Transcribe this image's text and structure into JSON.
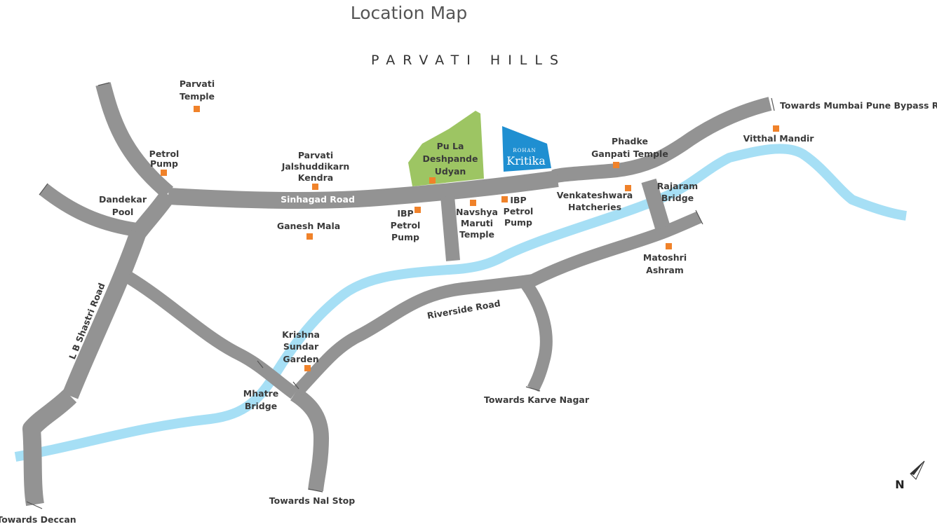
{
  "map": {
    "title": "Location Map",
    "region": "PARVATI HILLS",
    "north_label": "N",
    "colors": {
      "road": "#939393",
      "river": "#a6dff5",
      "landmark_marker": "#f0822a",
      "park": "#9dc563",
      "project": "#1f8fd1"
    },
    "roads": {
      "sinhagad": "Sinhagad Road",
      "lb_shastri": "L B Shastri Road",
      "riverside": "Riverside Road"
    },
    "directions": {
      "mumbai_bypass": "Towards Mumbai Pune Bypass Road",
      "karve_nagar": "Towards Karve Nagar",
      "nal_stop": "Towards Nal Stop",
      "deccan": "Towards Deccan"
    },
    "park": [
      "Pu La",
      "Deshpande",
      "Udyan"
    ],
    "project": {
      "brand": "ROHAN",
      "name": "Kritika"
    },
    "landmarks": {
      "parvati_temple": [
        "Parvati",
        "Temple"
      ],
      "petrol_pump_1": [
        "Petrol",
        "Pump"
      ],
      "dandekar_pool": [
        "Dandekar",
        "Pool"
      ],
      "jalshuddikarn": [
        "Parvati",
        "Jalshuddikarn",
        "Kendra"
      ],
      "ganesh_mala": [
        "Ganesh Mala"
      ],
      "ibp_1": [
        "IBP",
        "Petrol",
        "Pump"
      ],
      "navshya": [
        "Navshya",
        "Maruti",
        "Temple"
      ],
      "ibp_2": [
        "IBP",
        "Petrol",
        "Pump"
      ],
      "phadke": [
        "Phadke",
        "Ganpati Temple"
      ],
      "venkateshwara": [
        "Venkateshwara",
        "Hatcheries"
      ],
      "rajaram": [
        "Rajaram",
        "Bridge"
      ],
      "vitthal": [
        "Vitthal Mandir"
      ],
      "matoshri": [
        "Matoshri",
        "Ashram"
      ],
      "krishna": [
        "Krishna",
        "Sundar",
        "Garden"
      ],
      "mhatre": [
        "Mhatre",
        "Bridge"
      ]
    }
  }
}
